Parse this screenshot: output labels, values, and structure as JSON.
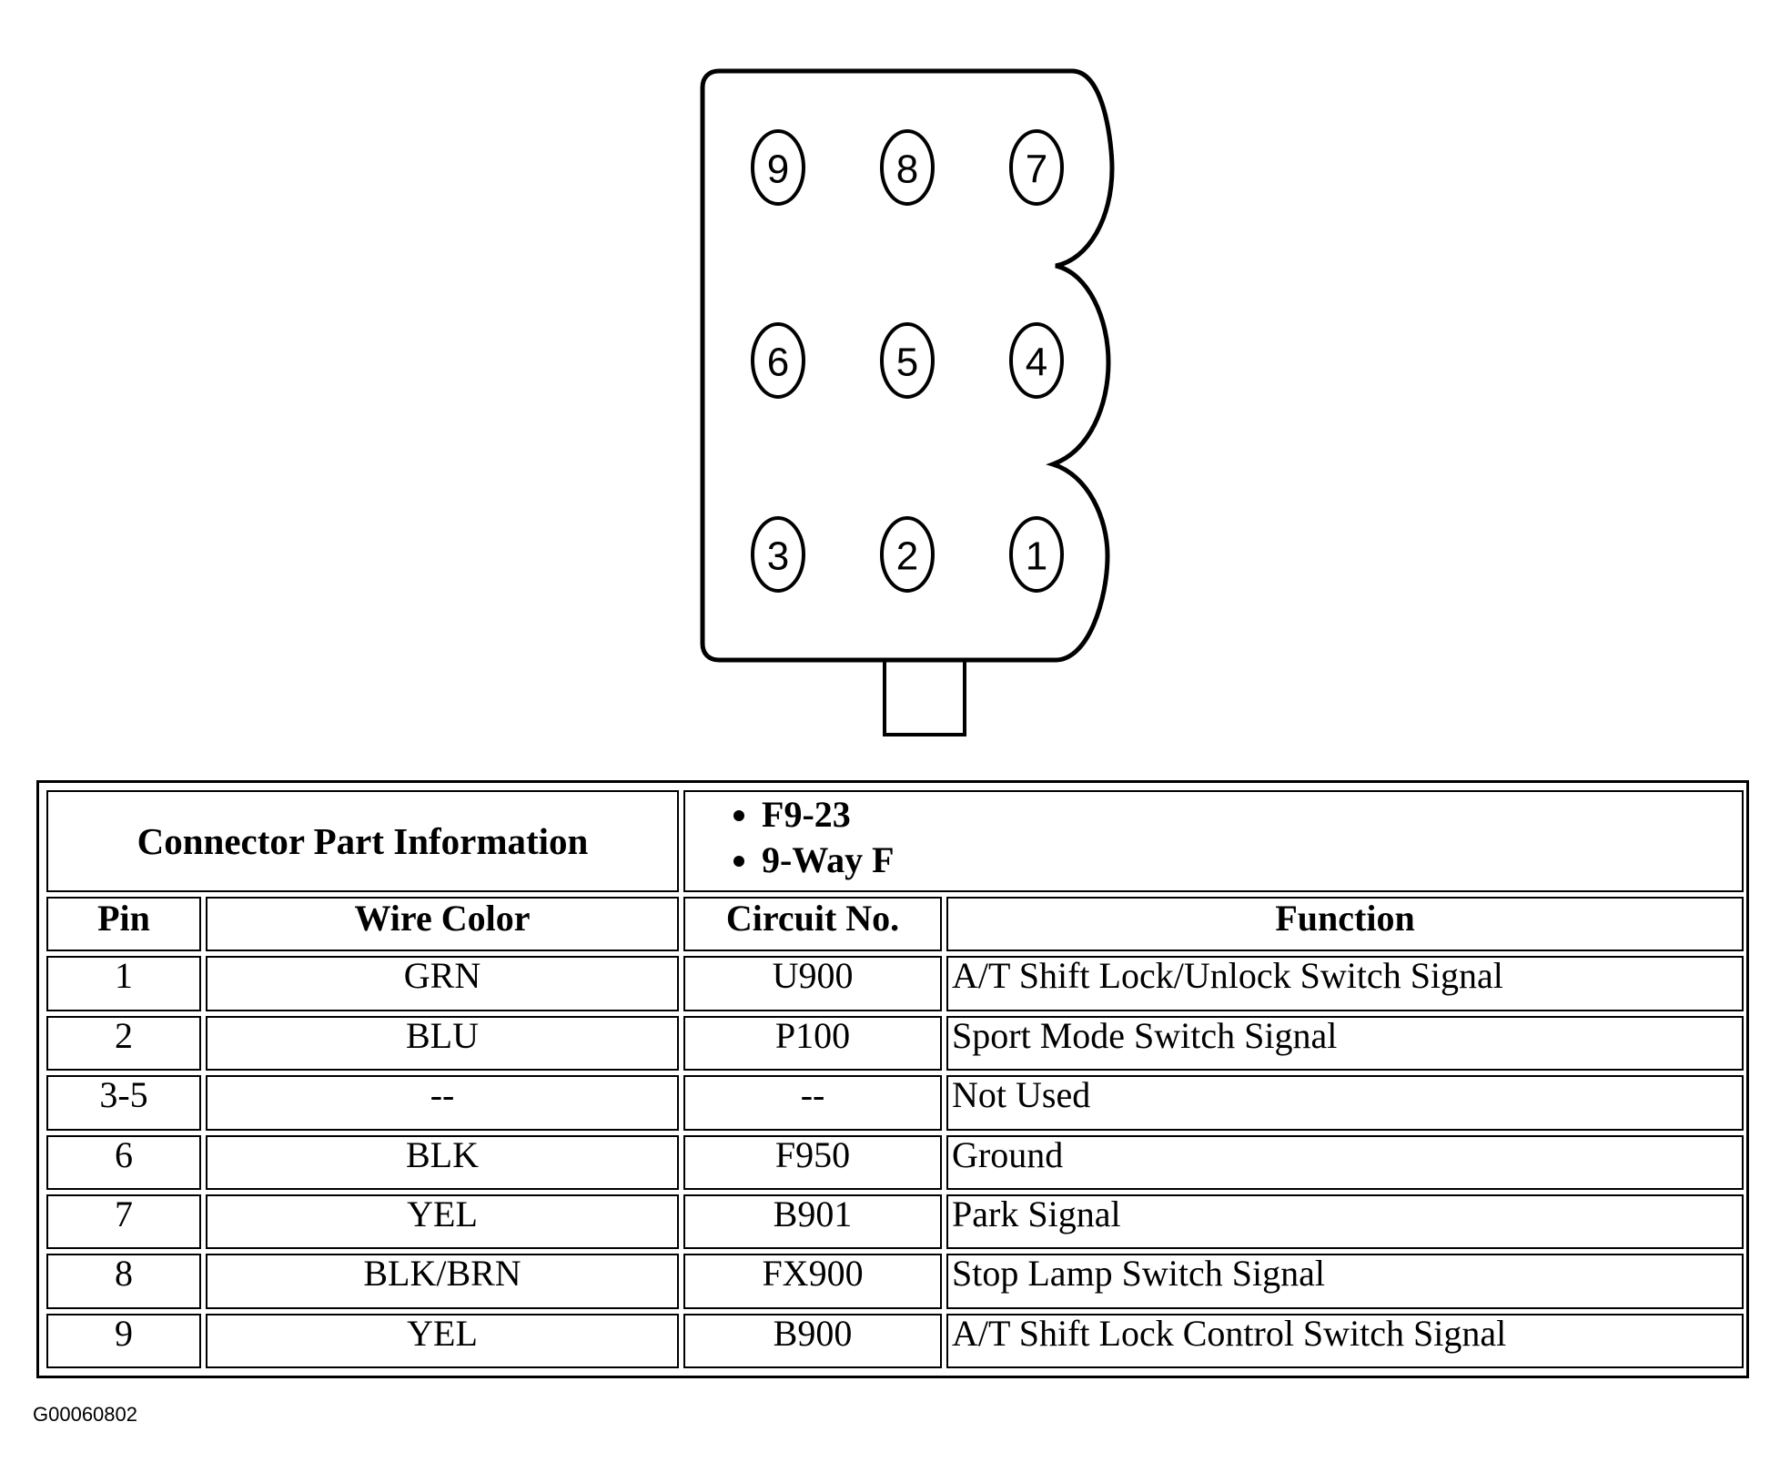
{
  "connector": {
    "pins": [
      {
        "label": "9"
      },
      {
        "label": "8"
      },
      {
        "label": "7"
      },
      {
        "label": "6"
      },
      {
        "label": "5"
      },
      {
        "label": "4"
      },
      {
        "label": "3"
      },
      {
        "label": "2"
      },
      {
        "label": "1"
      }
    ]
  },
  "table": {
    "info_title": "Connector Part Information",
    "info_items": [
      "F9-23",
      "9-Way F"
    ],
    "headers": {
      "pin": "Pin",
      "wire_color": "Wire Color",
      "circuit": "Circuit No.",
      "function": "Function"
    },
    "rows": [
      {
        "pin": "1",
        "wire_color": "GRN",
        "circuit": "U900",
        "function": "A/T Shift Lock/Unlock Switch Signal"
      },
      {
        "pin": "2",
        "wire_color": "BLU",
        "circuit": "P100",
        "function": "Sport Mode Switch Signal"
      },
      {
        "pin": "3-5",
        "wire_color": "--",
        "circuit": "--",
        "function": "Not Used"
      },
      {
        "pin": "6",
        "wire_color": "BLK",
        "circuit": "F950",
        "function": "Ground"
      },
      {
        "pin": "7",
        "wire_color": "YEL",
        "circuit": "B901",
        "function": "Park Signal"
      },
      {
        "pin": "8",
        "wire_color": "BLK/BRN",
        "circuit": "FX900",
        "function": "Stop Lamp Switch Signal"
      },
      {
        "pin": "9",
        "wire_color": "YEL",
        "circuit": "B900",
        "function": "A/T Shift Lock Control Switch Signal"
      }
    ]
  },
  "figure_id": "G00060802"
}
